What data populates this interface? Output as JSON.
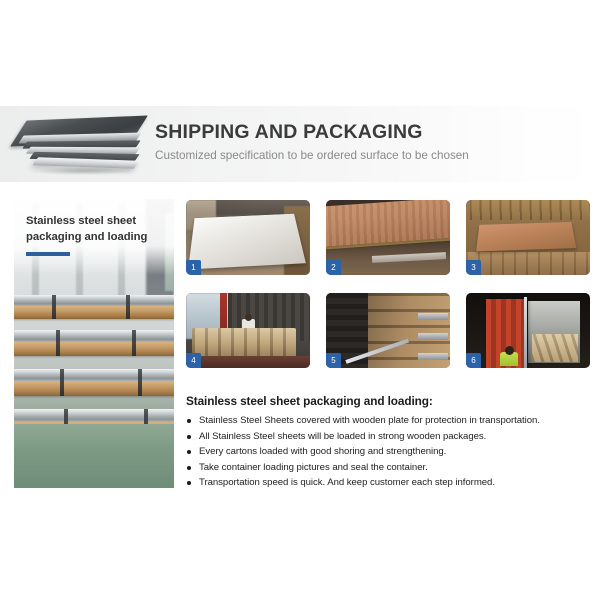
{
  "header": {
    "title": "SHIPPING AND PACKAGING",
    "subtitle": "Customized specification to be ordered surface to be chosen",
    "graphic": "stacked-steel-sheets",
    "title_color": "#3b3b3b",
    "subtitle_color": "#8a8a8a"
  },
  "left_panel": {
    "caption": "Stainless steel sheet packaging and loading",
    "accent_color": "#2c5f9e",
    "photo_alt": "Stacked stainless steel sheets on wooden pallets in warehouse"
  },
  "gallery": {
    "thumbnails": [
      {
        "number": "1",
        "alt": "Stainless steel sheet covered on wooden crate"
      },
      {
        "number": "2",
        "alt": "Plywood plate covering steel sheets"
      },
      {
        "number": "3",
        "alt": "Stacked wooden packages of steel sheets"
      },
      {
        "number": "4",
        "alt": "Worker loading packages into container"
      },
      {
        "number": "5",
        "alt": "Wooden packages shored inside container"
      },
      {
        "number": "6",
        "alt": "Sealing the orange shipping container"
      }
    ],
    "badge_color": "#2c63a8"
  },
  "details": {
    "heading": "Stainless steel sheet packaging and loading:",
    "bullets": [
      "Stainless Steel Sheets covered with wooden plate for protection in transportation.",
      "All Stainless Steel sheets will be loaded in strong wooden packages.",
      "Every cartons loaded with good shoring and strengthening.",
      "Take container loading pictures and seal the container.",
      "Transportation speed is quick. And keep customer each step informed."
    ]
  }
}
